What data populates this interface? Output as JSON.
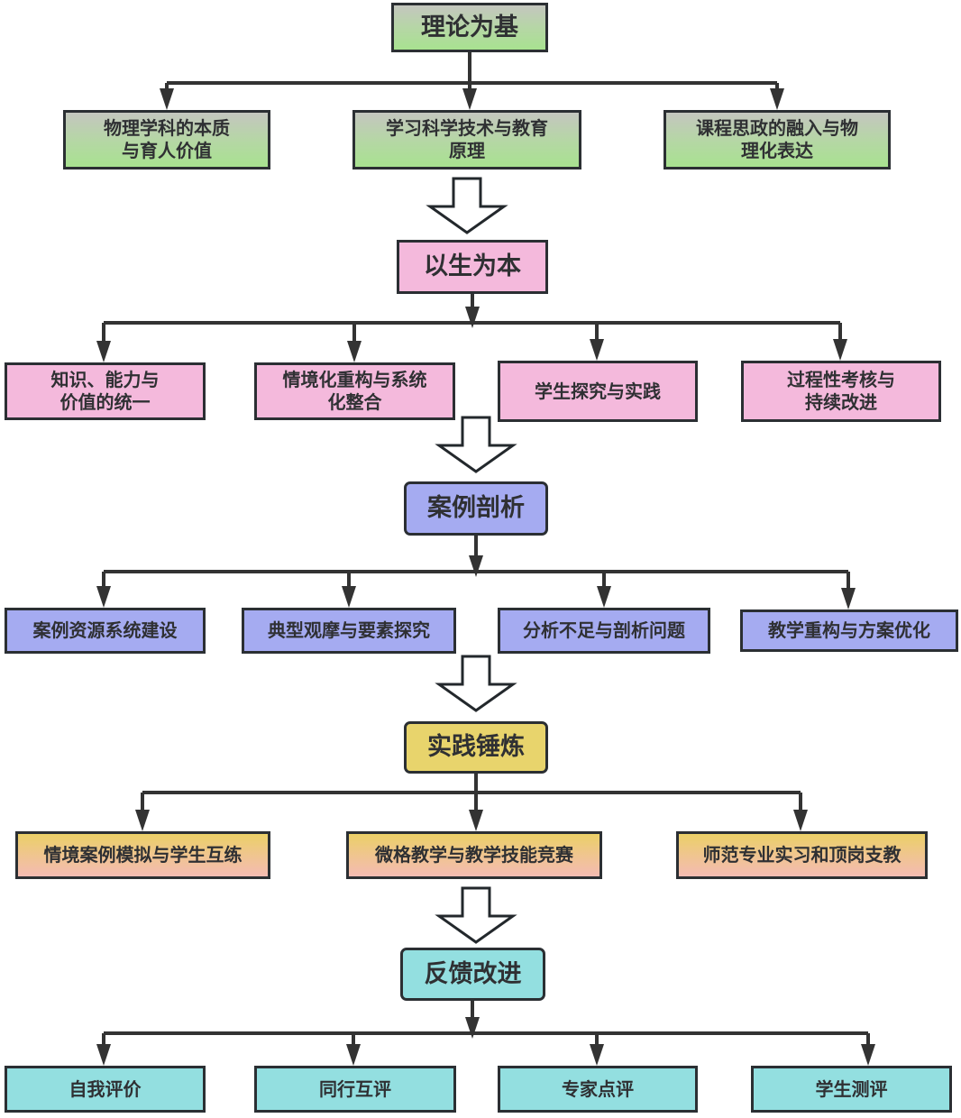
{
  "diagram": {
    "title": "理论为基 → 以生为本 → 案例剖析 → 实践锤炼 → 反馈改进",
    "stages": [
      {
        "id": "theory",
        "label": "理论为基",
        "color": "#a8e290",
        "children": [
          "物理学科的本质与育人价值",
          "学习科学技术与教育原理",
          "课程思政的融入与物理化表达"
        ]
      },
      {
        "id": "student",
        "label": "以生为本",
        "color": "#f4b9dc",
        "children": [
          "知识、能力与价值的统一",
          "情境化重构与系统化整合",
          "学生探究与实践",
          "过程性考核与持续改进"
        ]
      },
      {
        "id": "case",
        "label": "案例剖析",
        "color": "#a5abf1",
        "children": [
          "案例资源系统建设",
          "典型观摩与要素探究",
          "分析不足与剖析问题",
          "教学重构与方案优化"
        ]
      },
      {
        "id": "practice",
        "label": "实践锤炼",
        "color": "#e8d46c",
        "children": [
          "情境案例模拟与学生互练",
          "微格教学与教学技能竞赛",
          "师范专业实习和顶岗支教"
        ]
      },
      {
        "id": "feedback",
        "label": "反馈改进",
        "color": "#93dfe0",
        "children": [
          "自我评价",
          "同行互评",
          "专家点评",
          "学生测评"
        ]
      }
    ]
  },
  "lines": {
    "s0c0": [
      "物理学科的本质",
      "与育人价值"
    ],
    "s0c1": [
      "学习科学技术与教育",
      "原理"
    ],
    "s0c2": [
      "课程思政的融入与物",
      "理化表达"
    ],
    "s1c0": [
      "知识、能力与",
      "价值的统一"
    ],
    "s1c1": [
      "情境化重构与系统",
      "化整合"
    ],
    "s1c2": [
      "学生探究与实践"
    ],
    "s1c3": [
      "过程性考核与",
      "持续改进"
    ]
  }
}
